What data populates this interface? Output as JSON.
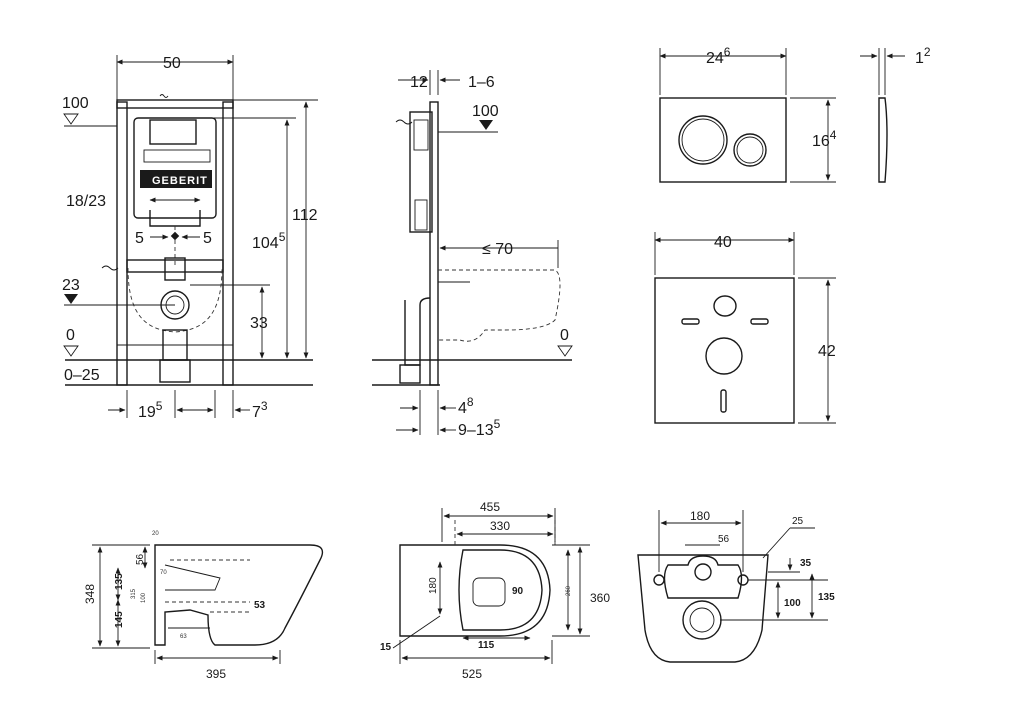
{
  "brand": "GEBERIT",
  "front_view": {
    "width": "50",
    "level_100": "100",
    "pipe_spacing": "18/23",
    "offset_left": "5",
    "offset_right": "5",
    "level_23": "23",
    "level_0": "0",
    "floor_range": "0–25",
    "dim_112": "112",
    "dim_1045": "104",
    "dim_1045_sup": "5",
    "dim_33": "33",
    "dim_195": "19",
    "dim_195_sup": "5",
    "dim_73": "7",
    "dim_73_sup": "3"
  },
  "side_view": {
    "dim_12": "12",
    "dim_1_6": "1–6",
    "level_100": "100",
    "max_70": "≤ 70",
    "level_0": "0",
    "dim_48": "4",
    "dim_48_sup": "8",
    "dim_9_135": "9–13",
    "dim_9_135_sup": "5"
  },
  "flush_plate": {
    "width": "24",
    "width_sup": "6",
    "height": "16",
    "height_sup": "4",
    "depth": "1",
    "depth_sup": "2"
  },
  "soundproof_pad": {
    "width": "40",
    "height": "42"
  },
  "bowl_side": {
    "dim_348": "348",
    "dim_56": "56",
    "dim_20": "20",
    "dim_135": "135",
    "dim_145": "145",
    "dim_315": "315",
    "dim_100": "100",
    "dim_70": "70",
    "dim_53": "53",
    "dim_63": "63",
    "dim_395": "395"
  },
  "bowl_top": {
    "dim_455": "455",
    "dim_330": "330",
    "dim_180": "180",
    "dim_90": "90",
    "dim_260": "260",
    "dim_360": "360",
    "dim_15": "15",
    "dim_115": "115",
    "dim_525": "525"
  },
  "bowl_rear": {
    "dim_180": "180",
    "dim_56": "56",
    "dim_25": "25",
    "dim_35": "35",
    "dim_100": "100",
    "dim_135": "135"
  }
}
